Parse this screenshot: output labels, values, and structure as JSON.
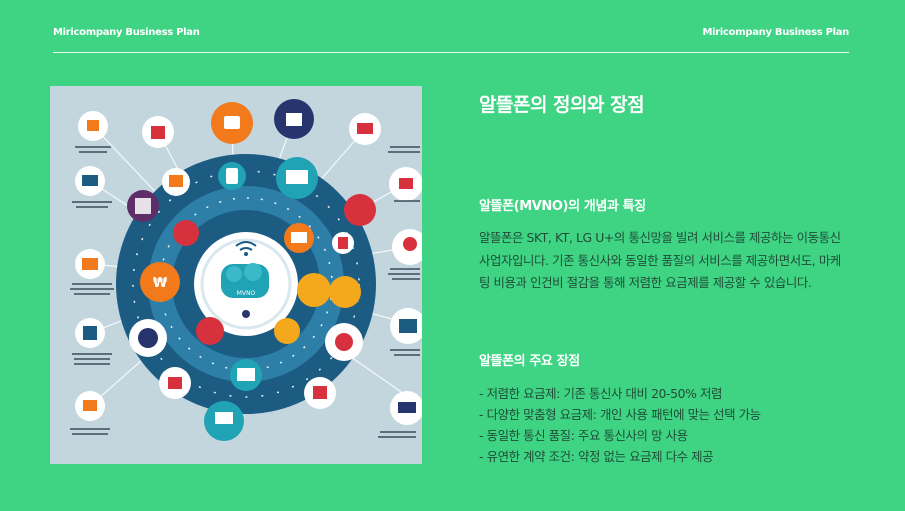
{
  "header": {
    "left_text": "Miricompany Business Plan",
    "right_text": "Miricompany Business Plan"
  },
  "illustration": {
    "center_label": "MVNO",
    "icons": [
      "briefcase-icon",
      "chart-icon",
      "presentation-icon",
      "document-icon",
      "calendar-icon",
      "phone-icon",
      "mobile-icon",
      "server-icon",
      "bank-icon",
      "shopping-cart-icon",
      "cloud-icon",
      "wifi-icon",
      "money-icon",
      "user-icon"
    ],
    "colors": {
      "background": "#c3d6de",
      "ring_dark": "#1c5c82",
      "ring_mid": "#2d7fa8",
      "orange": "#f27a1a",
      "teal": "#1fa3b5",
      "navy": "#26356e",
      "red": "#d8313e",
      "purple": "#5d2e68"
    }
  },
  "content": {
    "title": "알뜰폰의 정의와 장점",
    "section1_heading": "알뜰폰(MVNO)의 개념과 특징",
    "section1_body": "알뜰폰은 SKT, KT, LG U+의 통신망을 빌려 서비스를 제공하는 이동통신 사업자입니다. 기존 통신사와 동일한 품질의 서비스를 제공하면서도, 마케팅 비용과 인건비 절감을 통해 저렴한 요금제를 제공할 수 있습니다.",
    "section2_heading": "알뜰폰의 주요 장점",
    "advantages": [
      "- 저렴한 요금제: 기존 통신사 대비 20-50% 저렴",
      "- 다양한 맞춤형 요금제: 개인 사용 패턴에 맞는 선택 가능",
      "- 동일한 통신 품질: 주요 통신사의 망 사용",
      "- 유연한 계약 조건: 약정 없는 요금제 다수 제공"
    ]
  },
  "colors": {
    "background": "#3fd484",
    "text_white": "#ffffff",
    "body_text": "#1f4d36"
  }
}
